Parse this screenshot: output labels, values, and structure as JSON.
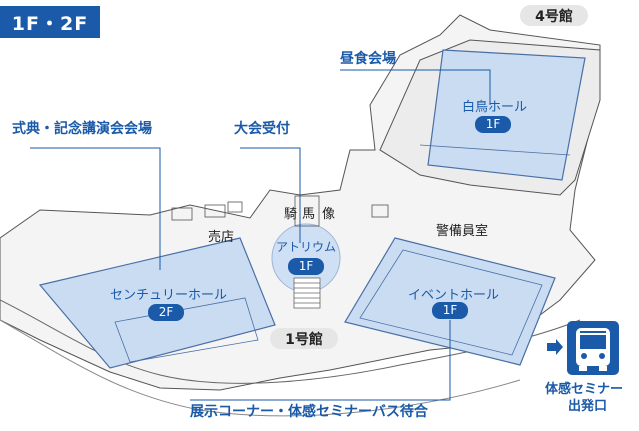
{
  "floor_tag": "1F・2F",
  "buildings": {
    "bldg4": "4号館",
    "bldg1": "1号館"
  },
  "callouts": {
    "lunch": "昼食会場",
    "ceremony": "式典・記念講演会会場",
    "reception": "大会受付",
    "exhibit": "展示コーナー・体感セミナーバス待合"
  },
  "halls": {
    "shiratori": {
      "name": "白鳥ホール",
      "floor": "1F"
    },
    "atrium": {
      "name": "アトリウム",
      "floor": "1F"
    },
    "century": {
      "name": "センチュリーホール",
      "floor": "2F"
    },
    "event": {
      "name": "イベントホール",
      "floor": "1F"
    }
  },
  "labels": {
    "statue_chars": [
      "騎",
      "馬",
      "像"
    ],
    "shop": "売店",
    "guard": "警備員室",
    "bus_departure_line1": "体感セミナー",
    "bus_departure_line2": "出発口"
  },
  "icons": {
    "bus": "bus-icon",
    "arrow": "arrow-right-icon"
  },
  "colors": {
    "accent": "#1a5aa8",
    "hall_fill": "#c9dcf2",
    "atrium_fill": "#cfe0f5"
  }
}
